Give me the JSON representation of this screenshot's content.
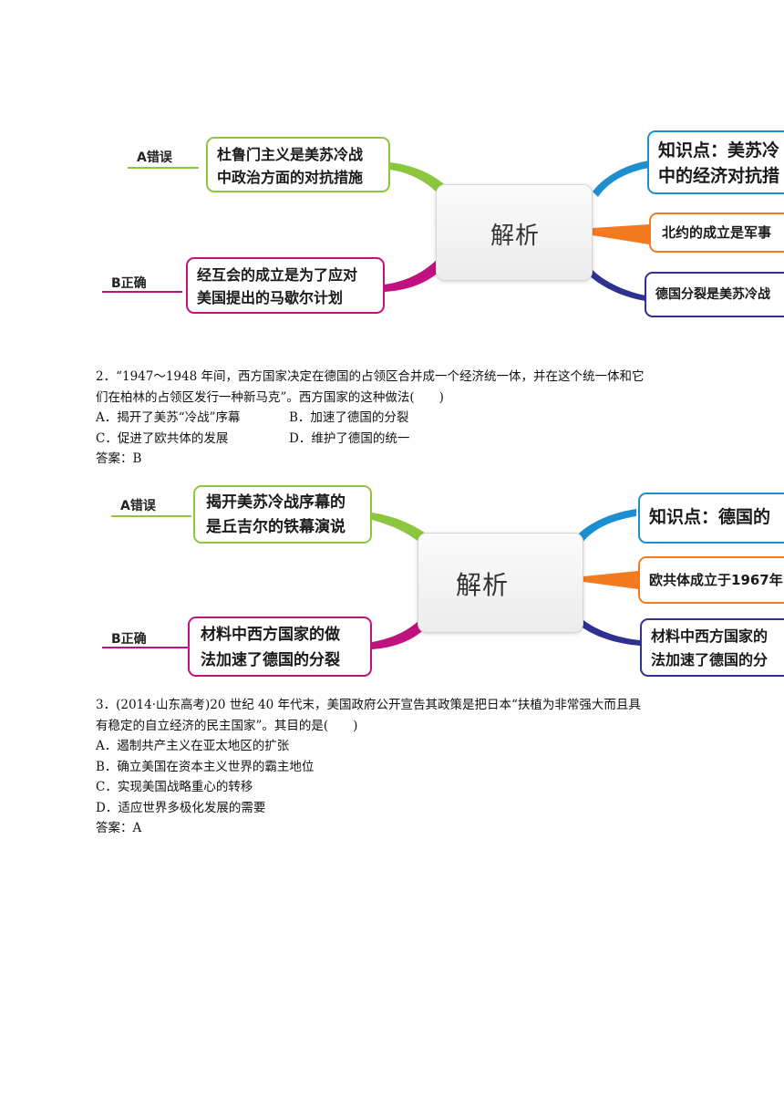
{
  "colors": {
    "green": "#8cc63f",
    "magenta": "#c0127e",
    "blue": "#1b8fd0",
    "orange": "#f47a1f",
    "navy": "#2e3192"
  },
  "diagram1": {
    "hub_label": "解析",
    "a_tag": "A错误",
    "a_box": [
      "杜鲁门主义是美苏冷战",
      "中政治方面的对抗措施"
    ],
    "b_tag": "B正确",
    "b_box": [
      "经互会的成立是为了应对",
      "美国提出的马歇尔计划"
    ],
    "r1": [
      "知识点：美苏冷",
      "中的经济对抗措"
    ],
    "r2": "北约的成立是军事",
    "r3": "德国分裂是美苏冷战"
  },
  "question2": {
    "line1": "2．“1947～1948 年间，西方国家决定在德国的占领区合并成一个经济统一体，并在这个统一体和它",
    "line2": "们在柏林的占领区发行一种新马克”。西方国家的这种做法(　　)",
    "optA": "A．揭开了美苏“冷战”序幕",
    "optB": "B．加速了德国的分裂",
    "optC": "C．促进了欧共体的发展",
    "optD": "D．维护了德国的统一",
    "answer": "答案：B"
  },
  "diagram2": {
    "hub_label": "解析",
    "a_tag": "A错误",
    "a_box": [
      "揭开美苏冷战序幕的",
      "是丘吉尔的铁幕演说"
    ],
    "b_tag": "B正确",
    "b_box": [
      "材料中西方国家的做",
      "法加速了德国的分裂"
    ],
    "r1": "知识点：德国的",
    "r2": "欧共体成立于1967年",
    "r3": [
      "材料中西方国家的",
      "法加速了德国的分"
    ]
  },
  "question3": {
    "line1": "3．(2014·山东高考)20 世纪 40 年代末，美国政府公开宣告其政策是把日本“扶植为非常强大而且具",
    "line2": "有稳定的自立经济的民主国家”。其目的是(　　)",
    "optA": "A．遏制共产主义在亚太地区的扩张",
    "optB": "B．确立美国在资本主义世界的霸主地位",
    "optC": "C．实现美国战略重心的转移",
    "optD": "D．适应世界多极化发展的需要",
    "answer": "答案：A"
  }
}
